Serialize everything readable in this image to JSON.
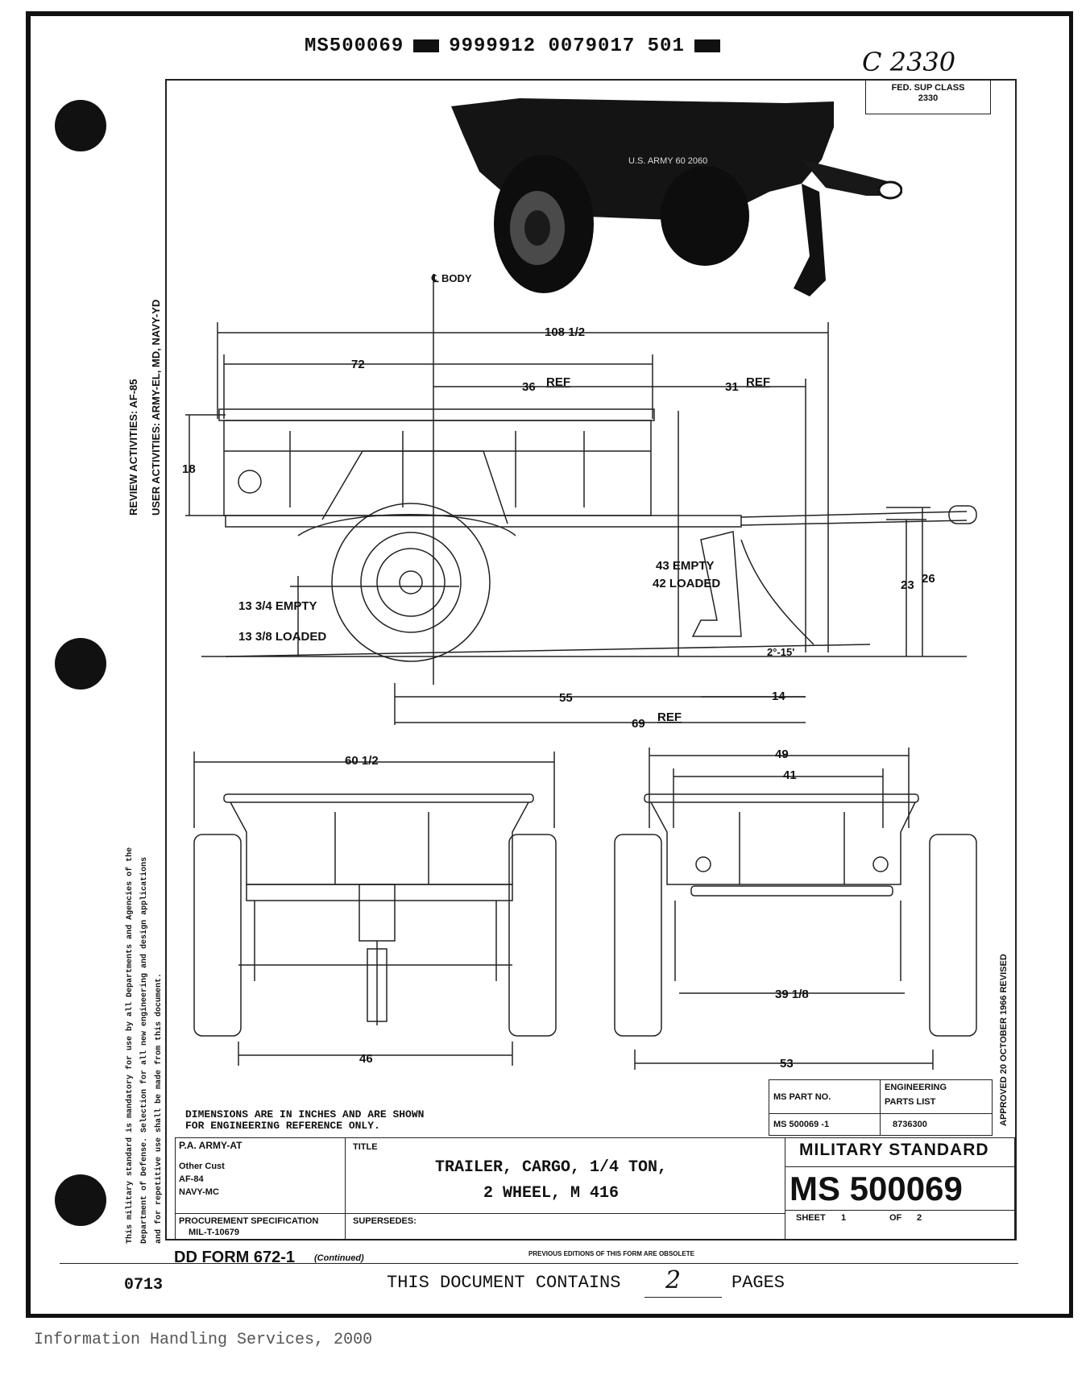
{
  "header": {
    "doc_codes": [
      "MS500069",
      "9999912 0079017 501"
    ],
    "handwritten_code": "C 2330"
  },
  "fed_sup_class": {
    "label": "FED. SUP CLASS",
    "value": "2330"
  },
  "photo": {
    "marking": "U.S. ARMY 60 2060"
  },
  "side_margin": {
    "review_activities": "REVIEW ACTIVITIES: AF-85",
    "user_activities": "USER ACTIVITIES: ARMY-EL, MD, NAVY-YD",
    "mandatory_notice_1": "This military standard is mandatory for use by all Departments and Agencies of the",
    "mandatory_notice_2": "Department of Defense. Selection for all new engineering and design applications",
    "mandatory_notice_3": "and for repetitive use shall be made from this document."
  },
  "side_view_dims": {
    "body_centerline": "℄ BODY",
    "overall_length": "108 1/2",
    "body_length": "72",
    "d36": "36",
    "d36_ref": "REF",
    "d31": "31",
    "d31_ref": "REF",
    "height": "18",
    "empty_loaded_height_1": "43 EMPTY",
    "empty_loaded_height_2": "42 LOADED",
    "d23": "23",
    "d26": "26",
    "clearance_empty": "13 3/4 EMPTY",
    "clearance_loaded": "13 3/8 LOADED",
    "angle": "2°-15'",
    "d55": "55",
    "d14": "14",
    "d69": "69",
    "d69_ref": "REF"
  },
  "front_view_dims": {
    "width_top": "60 1/2",
    "track": "46"
  },
  "rear_view_dims": {
    "outer": "49",
    "inner": "41",
    "hitch": "39 1/8",
    "overall": "53"
  },
  "notes": {
    "dimensions_note_1": "DIMENSIONS ARE IN INCHES AND ARE SHOWN",
    "dimensions_note_2": "FOR ENGINEERING REFERENCE ONLY."
  },
  "parts_table": {
    "col1_header": "MS PART NO.",
    "col2_header_1": "ENGINEERING",
    "col2_header_2": "PARTS LIST",
    "part_no": "MS 500069 -1",
    "parts_list_no": "8736300"
  },
  "approval": "APPROVED 20 OCTOBER 1966 REVISED",
  "title_block": {
    "pa": "P.A. ARMY-AT",
    "other_cust_label": "Other Cust",
    "other_cust_1": "AF-84",
    "other_cust_2": "NAVY-MC",
    "procurement_label": "PROCUREMENT SPECIFICATION",
    "procurement_value": "MIL-T-10679",
    "title_label": "TITLE",
    "title_line1": "TRAILER, CARGO, 1/4 TON,",
    "title_line2": "2 WHEEL, M 416",
    "supersedes_label": "SUPERSEDES:",
    "military_standard": "MILITARY STANDARD",
    "ms_number": "MS 500069",
    "sheet_label": "SHEET",
    "sheet_no": "1",
    "of_label": "OF",
    "of_no": "2"
  },
  "footer": {
    "form": "DD FORM 672-1",
    "form_continued": "(Continued)",
    "previous_editions": "PREVIOUS EDITIONS OF THIS FORM ARE OBSOLETE",
    "page_code": "0713",
    "doc_contains": "THIS DOCUMENT CONTAINS",
    "pages_count": "2",
    "pages_label": "PAGES",
    "watermark": "Information Handling Services, 2000"
  }
}
